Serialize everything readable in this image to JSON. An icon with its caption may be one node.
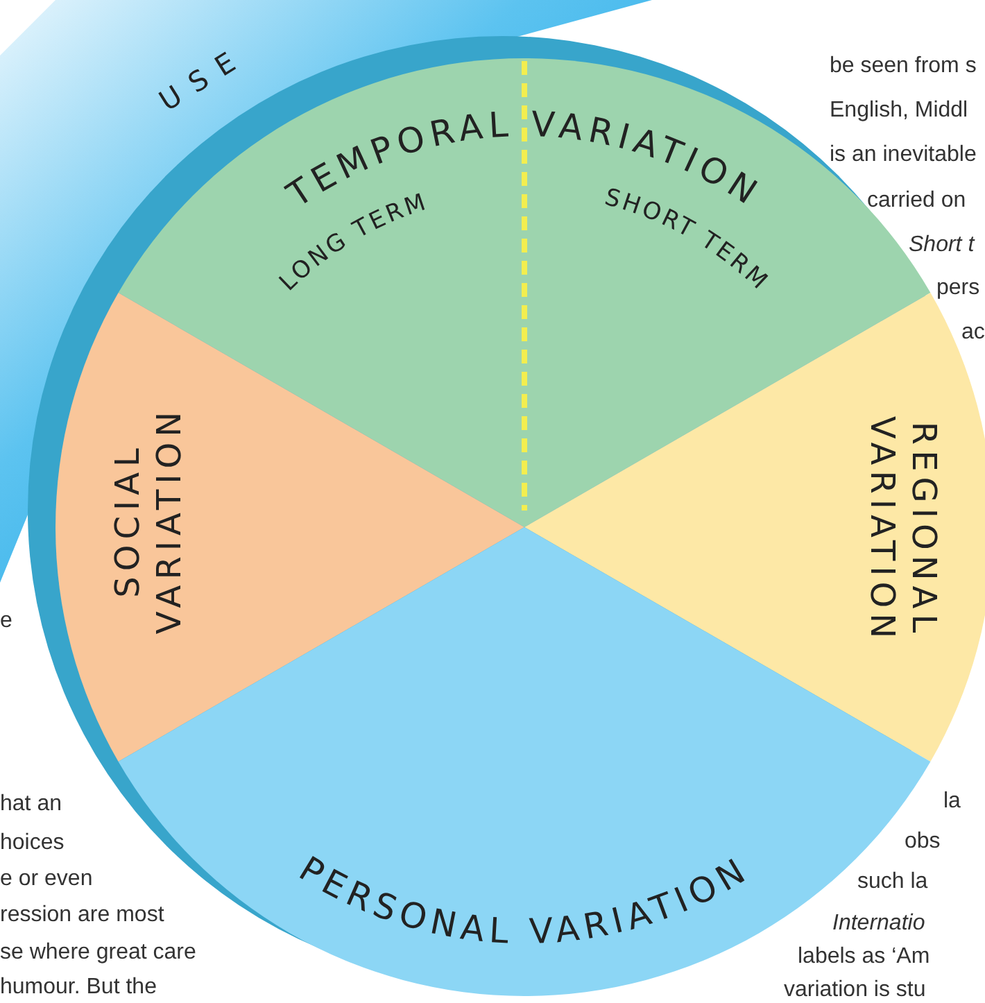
{
  "diagram": {
    "nodes": [
      {
        "text": [
          "USE"
        ]
      },
      {
        "text": [
          "TEMPORAL VARIATION",
          "LONG TERM",
          "SHORT TERM"
        ],
        "in": 0
      },
      {
        "text": [
          "SOCIAL VARIATION"
        ],
        "in": 0
      },
      {
        "text": [
          "REGIONAL VARIATION"
        ],
        "in": 0
      },
      {
        "text": [
          "PERSONAL VARIATION"
        ],
        "in": 0
      }
    ],
    "edges": [],
    "labels": [
      "be seen from s",
      "English, Middl",
      "is an inevitable",
      "carried on",
      "Short t",
      "pers",
      "ac",
      "e",
      "hat an",
      "hoices",
      "e or even",
      "ression are most",
      "se where great care",
      "humour. But the",
      "la",
      "obs",
      "such la",
      "Internatio",
      "labels as ‘Am",
      "variation is stu"
    ]
  }
}
